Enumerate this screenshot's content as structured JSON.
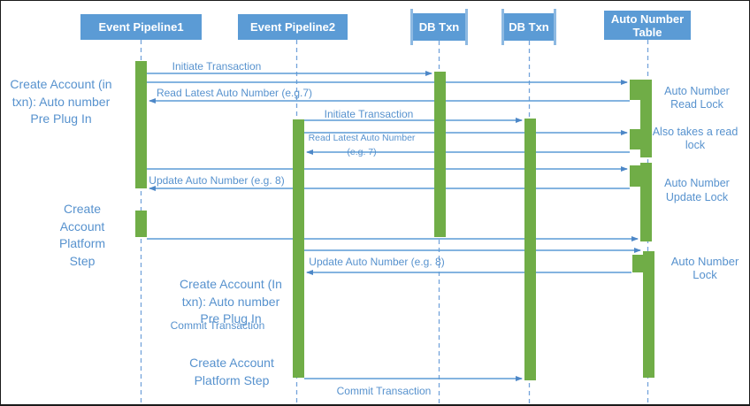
{
  "participants": {
    "ep1": {
      "label": "Event Pipeline1"
    },
    "ep2": {
      "label": "Event Pipeline2"
    },
    "db1": {
      "label": "DB Txn"
    },
    "db2": {
      "label": "DB Txn"
    },
    "ant": {
      "label": "Auto Number Table"
    }
  },
  "messages": {
    "initiate_transaction_1": "Initiate Transaction",
    "read_latest_auto_number_1": "Read Latest Auto Number (e.g.7)",
    "initiate_transaction_2": "Initiate Transaction",
    "read_latest_auto_number_2_line1": "Read Latest Auto Number",
    "read_latest_auto_number_2_line2": "(e.g. 7)",
    "update_auto_number_1": "Update Auto Number (e.g. 8)",
    "update_auto_number_2": "Update Auto Number (e.g. 8)",
    "commit_transaction_1": "Commit Transaction",
    "commit_transaction_2": "Commit Transaction"
  },
  "annotations": {
    "left_pre_plug_in": {
      "line1": "Create Account (in",
      "line2": "txn): Auto number",
      "line3": "Pre Plug In"
    },
    "left_platform_step": {
      "line1": "Create",
      "line2": "Account",
      "line3": "Platform",
      "line4": "Step"
    },
    "mid_pre_plug_in": {
      "line1": "Create Account (In",
      "line2": "txn): Auto number",
      "line3": "Pre Plug In"
    },
    "mid_platform_step": {
      "line1": "Create Account",
      "line2": "Platform Step"
    },
    "note_read_lock": {
      "line1": "Auto Number",
      "line2": "Read Lock"
    },
    "note_also_read_lock": {
      "line1": "Also takes a read",
      "line2": "lock"
    },
    "note_update_lock": {
      "line1": "Auto Number",
      "line2": "Update Lock"
    },
    "note_auto_number_lock": "Auto Number Lock"
  },
  "colors": {
    "participant_fill": "#5B9BD5",
    "participant_edge_stripe": "#8DB9E2",
    "activation_fill": "#70AD47",
    "message_line": "#5B9BD5",
    "arrowhead": "#4D87C7",
    "lifeline": "#74A3DA",
    "label_text": "#5792CE",
    "canvas_border": "#1A1A1A",
    "background": "#FFFFFF"
  }
}
